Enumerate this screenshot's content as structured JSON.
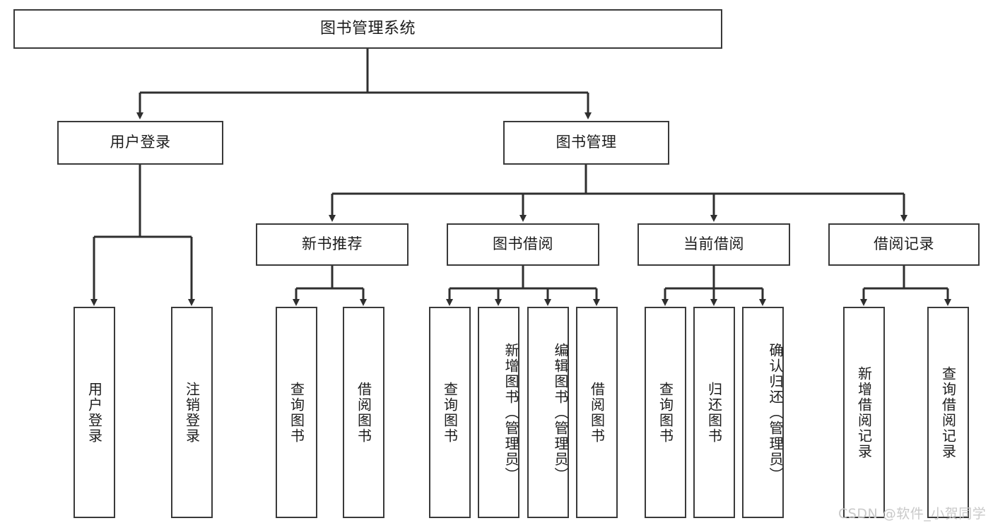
{
  "diagram": {
    "title": "图书管理系统",
    "type": "tree-hierarchy-diagram",
    "root": {
      "label": "图书管理系统"
    },
    "level2": [
      {
        "label": "用户登录"
      },
      {
        "label": "图书管理"
      }
    ],
    "level3": [
      {
        "label": "新书推荐"
      },
      {
        "label": "图书借阅"
      },
      {
        "label": "当前借阅"
      },
      {
        "label": "借阅记录"
      }
    ],
    "leaves": {
      "user_login": [
        {
          "label": "用户登录"
        },
        {
          "label": "注销登录"
        }
      ],
      "new_book_recommend": [
        {
          "label": "查询图书"
        },
        {
          "label": "借阅图书"
        }
      ],
      "book_borrow": [
        {
          "label": "查询图书"
        },
        {
          "label": "新增图书（管理员）"
        },
        {
          "label": "编辑图书（管理员）"
        },
        {
          "label": "借阅图书"
        }
      ],
      "current_borrow": [
        {
          "label": "查询图书"
        },
        {
          "label": "归还图书"
        },
        {
          "label": "确认归还（管理员）"
        }
      ],
      "borrow_record": [
        {
          "label": "新增借阅记录"
        },
        {
          "label": "查询借阅记录"
        }
      ]
    }
  },
  "watermark": {
    "text": "CSDN @软件_小贺同学"
  },
  "colors": {
    "border": "#3a3a3a",
    "text": "#1c1c1c",
    "background": "#ffffff",
    "watermark": "#c9c9c9"
  }
}
